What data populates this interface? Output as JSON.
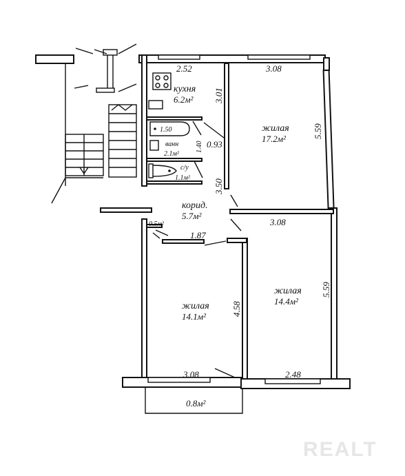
{
  "rooms": {
    "kitchen": {
      "name": "кухня",
      "area": "6.2м²"
    },
    "bath": {
      "name": "ванн",
      "area": "2.1м²"
    },
    "wc": {
      "name": "с/у",
      "area": "1.1м²"
    },
    "corridor": {
      "name": "корид.",
      "area": "5.7м²"
    },
    "closet": {
      "area": "0.5м²"
    },
    "living_1": {
      "name": "жилая",
      "area": "17.2м²"
    },
    "living_2": {
      "name": "жилая",
      "area": "14.4м²"
    },
    "living_3": {
      "name": "жилая",
      "area": "14.1м²"
    },
    "balcony": {
      "area": "0.8м²"
    }
  },
  "dimensions": {
    "kitchen_top": "2.52",
    "kitchen_side": "3.01",
    "living1_top": "3.08",
    "living1_side": "5.59",
    "bathtub_length": "1.50",
    "bath_width": "1.40",
    "door_width": "0.93",
    "corridor_side": "3.50",
    "living2_top": "3.08",
    "living2_side": "5.59",
    "corridor_bottom": "1.87",
    "living3_side": "4.58",
    "living3_bottom": "3.08",
    "living2_bottom": "2.48"
  },
  "watermark": "REALT",
  "colors": {
    "line": "#111111",
    "background": "#ffffff",
    "watermark": "#e6e6e6"
  }
}
